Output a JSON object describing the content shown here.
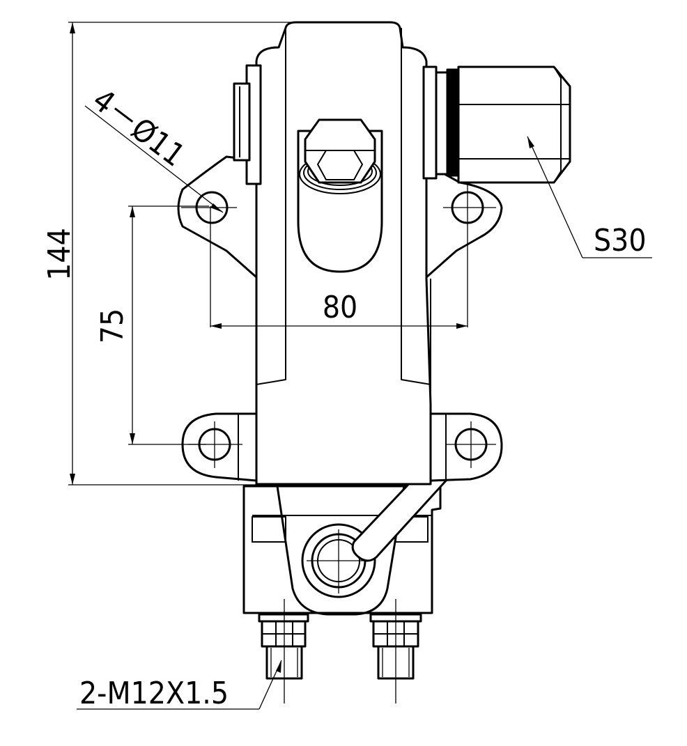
{
  "labels": {
    "holes": "4－Ø11",
    "hex_size": "S30",
    "ports": "2-M12X1.5"
  },
  "dimensions": {
    "overall_height": "144",
    "hole_vertical_spacing": "75",
    "hole_horizontal_spacing": "80"
  },
  "colors": {
    "line": "#000000",
    "background": "#ffffff"
  }
}
